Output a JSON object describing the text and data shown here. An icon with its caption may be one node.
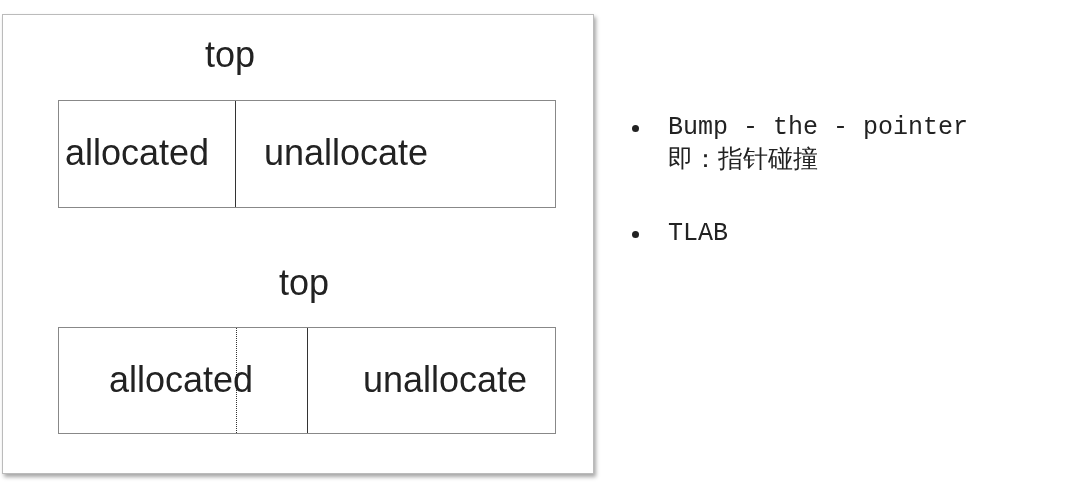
{
  "diagram": {
    "nodes": [
      {
        "text": [
          "allocated"
        ]
      },
      {
        "text": [
          "unallocate"
        ]
      },
      {
        "text": [
          "allocated"
        ]
      },
      {
        "text": [
          "unallocate"
        ]
      }
    ],
    "labels": [
      "top",
      "top",
      "Bump - the - pointer 即：指针碰撞",
      "TLAB"
    ]
  }
}
